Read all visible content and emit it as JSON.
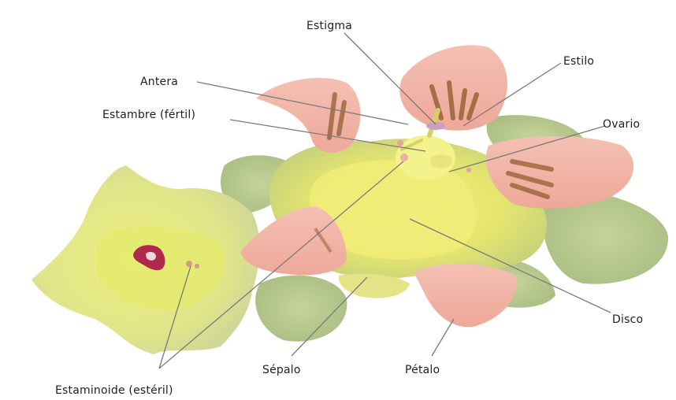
{
  "labels": {
    "estigma": "Estigma",
    "estilo": "Estilo",
    "antera": "Antera",
    "estambre": "Estambre (fértil)",
    "ovario": "Ovario",
    "disco": "Disco",
    "sepalo": "Sépalo",
    "petalo": "Pétalo",
    "estaminoide": "Estaminoide (estéril)"
  },
  "colors": {
    "petal_pink": "#f2b3a6",
    "petal_stripe": "#8a5a2a",
    "flower_yellow": "#ecec7a",
    "sepal_green": "#b9c98a",
    "stamen_red": "#b0284a",
    "leader_line": "#7a7a7a"
  }
}
